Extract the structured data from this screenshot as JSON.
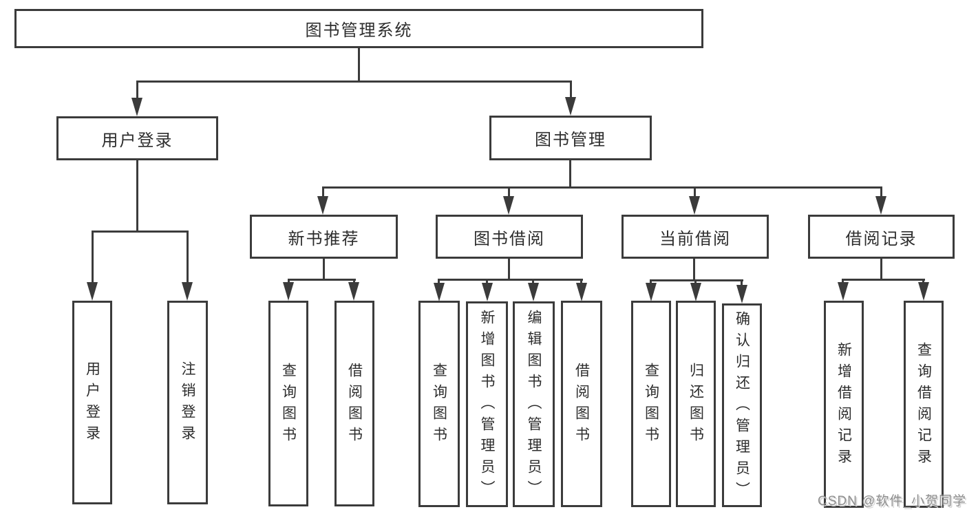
{
  "tree": {
    "root": {
      "label": "图书管理系统"
    },
    "level1": [
      {
        "label": "用户登录",
        "leaves": [
          {
            "label": "用户登录"
          },
          {
            "label": "注销登录"
          }
        ]
      },
      {
        "label": "图书管理"
      }
    ],
    "level2": [
      {
        "label": "新书推荐",
        "leaves": [
          {
            "label": "查询图书"
          },
          {
            "label": "借阅图书"
          }
        ]
      },
      {
        "label": "图书借阅",
        "leaves": [
          {
            "label": "查询图书"
          },
          {
            "label": "新增图书（管理员）"
          },
          {
            "label": "编辑图书（管理员）"
          },
          {
            "label": "借阅图书"
          }
        ]
      },
      {
        "label": "当前借阅",
        "leaves": [
          {
            "label": "查询图书"
          },
          {
            "label": "归还图书"
          },
          {
            "label": "确认归还（管理员）"
          }
        ]
      },
      {
        "label": "借阅记录",
        "leaves": [
          {
            "label": "新增借阅记录"
          },
          {
            "label": "查询借阅记录"
          }
        ]
      }
    ]
  },
  "colors": {
    "line": "#3b3b3b",
    "text": "#2d2d2d",
    "background": "#ffffff",
    "watermark": "#8f8f8f"
  },
  "watermark": {
    "text": "CSDN @软件_小贺同学"
  }
}
